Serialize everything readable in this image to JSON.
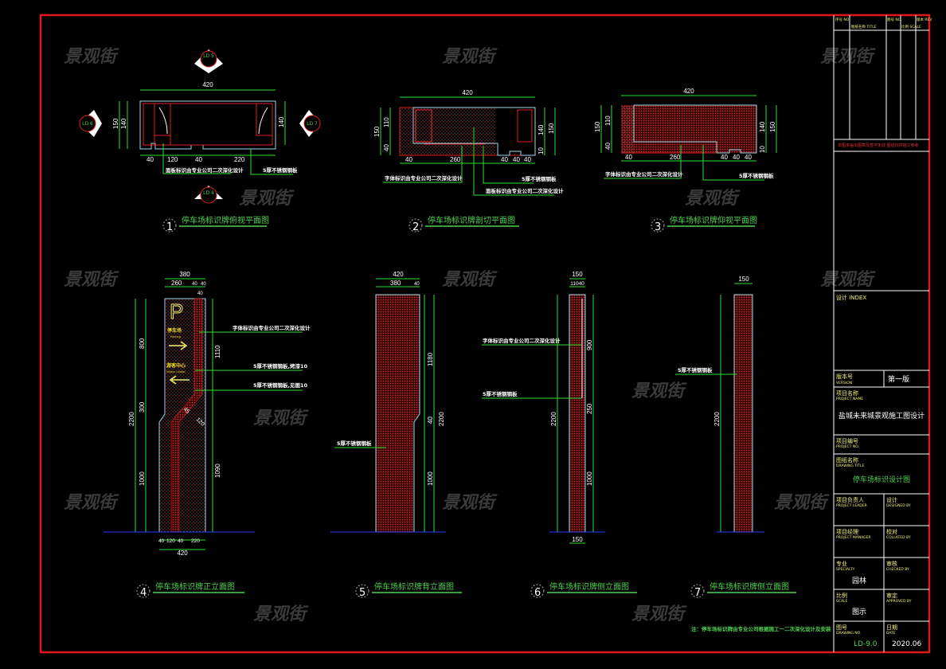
{
  "watermark": "景观街",
  "title_block": {
    "header": [
      "序号 NO.",
      "图纸名称 TITLE",
      "图号 NO.",
      "比例 SCALE",
      "版本 REV"
    ],
    "stamp_note": "本图未盖出图章及签字无效 图纸仅供施工参考",
    "index_label": "设计 INDEX",
    "version_label": "版本号",
    "version_label_en": "VERSION",
    "version_value": "第一版",
    "project_name_label": "项目名称",
    "project_name_label_en": "PROJECT NAME",
    "project_name": "盐城未来城景观施工图设计",
    "project_no_label": "项目编号",
    "project_no_label_en": "PROJECT NO.",
    "drawing_title_label": "图纸名称",
    "drawing_title_label_en": "DRAWING TITLE",
    "drawing_title": "停车场标识设计图",
    "leader_label": "项目负责人",
    "leader_label_en": "PROJECT LEADER",
    "designed_label": "设计",
    "designed_label_en": "DESIGNED BY",
    "manager_label": "项目经理",
    "manager_label_en": "PROJECT MANAGER",
    "collated_label": "校对",
    "collated_label_en": "COLLATED BY",
    "specialty_label": "专业",
    "specialty_label_en": "SPECIALTY",
    "specialty_value": "园林",
    "checked_label": "审核",
    "checked_label_en": "CHECKED BY",
    "scale_label": "比例",
    "scale_label_en": "SCALE",
    "scale_value": "图示",
    "approved_label": "审定",
    "approved_label_en": "APPROVED BY",
    "drawing_no_label": "图号",
    "drawing_no_label_en": "DRAWING NO.",
    "drawing_no": "LD-9.0",
    "date_label": "日期",
    "date_label_en": "DATE",
    "date": "2020.06"
  },
  "views": [
    {
      "num": "1",
      "title": "停车场标识牌俯视平面图"
    },
    {
      "num": "2",
      "title": "停车场标识牌剖切平面图"
    },
    {
      "num": "3",
      "title": "停车场标识牌仰视平面图"
    },
    {
      "num": "4",
      "title": "停车场标识牌正立面图"
    },
    {
      "num": "5",
      "title": "停车场标识牌背立面图"
    },
    {
      "num": "6",
      "title": "停车场标识牌侧立面图"
    },
    {
      "num": "7",
      "title": "停车场标识牌侧立面图"
    }
  ],
  "section_markers": [
    "LD 5",
    "LD 6",
    "LD 7",
    "LD 4"
  ],
  "dims": {
    "w420": "420",
    "h150": "150",
    "h140": "140",
    "h110": "110",
    "h40": "40",
    "h10": "10",
    "d40": "40",
    "d120": "120",
    "d220": "220",
    "d260": "260",
    "d380": "380",
    "d150": "150",
    "d800": "800",
    "d300": "300",
    "d1000": "1000",
    "d2200": "2200",
    "d1110": "1110",
    "d1090": "1090",
    "d1180": "1180",
    "d900": "900",
    "d250": "250",
    "d110_40": "11040",
    "d45": "45",
    "d120b": "120"
  },
  "annotations": {
    "font_design": "字体标识由专业公司二次深化设计",
    "panel_design": "面板标识由专业公司二次深化设计",
    "steel_plate": "5厚不锈钢钢板",
    "steel_paint": "5厚不锈钢钢板,烤漆10",
    "steel_see": "5厚不锈钢钢板,见图10"
  },
  "sign": {
    "p_letter": "P",
    "parking_cn": "停车场",
    "parking_en": "Parking",
    "visitor_cn": "游客中心",
    "visitor_en": "Visitor Center"
  },
  "note": "注：停车场标识牌由专业公司根据施工一二次深化设计及安装"
}
